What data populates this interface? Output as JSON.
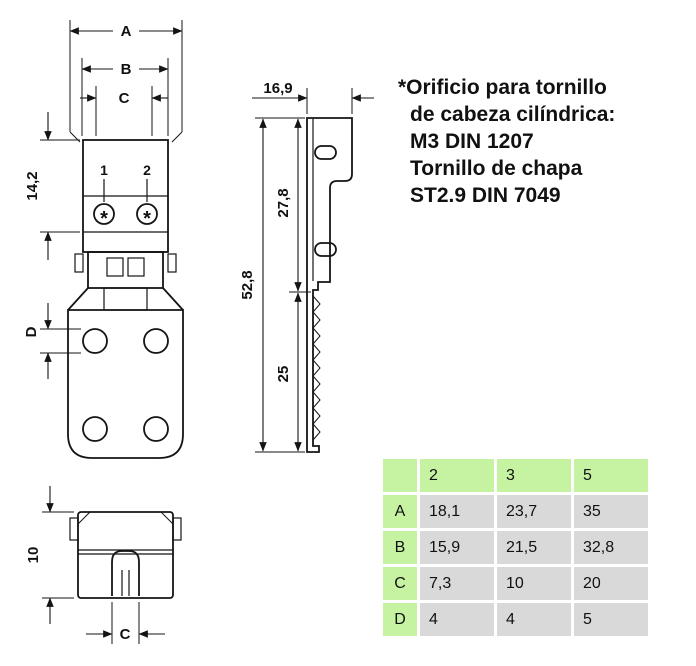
{
  "views": {
    "front": {
      "dims": {
        "a": "A",
        "b": "B",
        "c": "C",
        "height": "14,2",
        "d": "D"
      },
      "screw_labels": {
        "one": "1",
        "two": "2"
      },
      "screw_mark": "*"
    },
    "side": {
      "dims": {
        "depth": "16,9",
        "total_height": "52,8",
        "upper": "27,8",
        "lower": "25"
      }
    },
    "bottom": {
      "dims": {
        "height": "10",
        "c": "C"
      }
    }
  },
  "note": {
    "lines": [
      "*Orificio para tornillo",
      "de cabeza cilíndrica:",
      "M3 DIN 1207",
      "Tornillo de chapa",
      "ST2.9 DIN 7049"
    ]
  },
  "table": {
    "corner": "",
    "col_headers": [
      "2",
      "3",
      "5"
    ],
    "rows": [
      {
        "label": "A",
        "values": [
          "18,1",
          "23,7",
          "35"
        ]
      },
      {
        "label": "B",
        "values": [
          "15,9",
          "21,5",
          "32,8"
        ]
      },
      {
        "label": "C",
        "values": [
          "7,3",
          "10",
          "20"
        ]
      },
      {
        "label": "D",
        "values": [
          "4",
          "4",
          "5"
        ]
      }
    ]
  },
  "colors": {
    "table-green": "#c6f3a2",
    "table-gray": "#d9d9d9",
    "line": "#141414"
  }
}
